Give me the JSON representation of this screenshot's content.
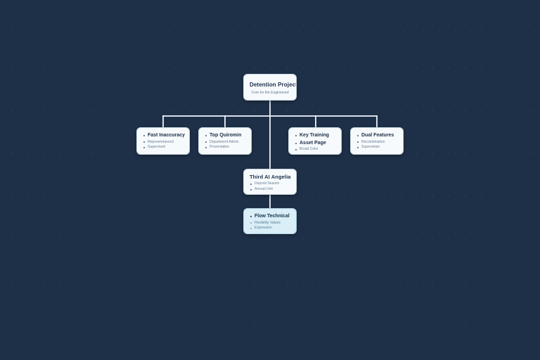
{
  "canvas": {
    "background_color": "#1e3048",
    "node_fill": "#f7fafc",
    "node_border": "#c9d6e2",
    "highlight_fill": "#d9eef7",
    "highlight_border": "#a9cfe3",
    "connector_color": "#e8eef4",
    "title_color": "#1b2f47",
    "muted_color": "#6a7f95"
  },
  "diagram": {
    "type": "org-chart",
    "root": {
      "title": "Detention Project",
      "subtitle": "Core for the Engineered"
    },
    "children": [
      {
        "lead": "Fast Inaccuracy",
        "bullets": [
          "Representanced",
          "Supervised"
        ]
      },
      {
        "lead": "Top Quiromin",
        "bullets": [
          "Department Admin",
          "Presentation"
        ]
      },
      {
        "lead": "Key Training",
        "bullets": [
          "Asset Page",
          "Broad Color"
        ]
      },
      {
        "lead": "Dual Features",
        "bullets": [
          "Recombination",
          "Supervision"
        ]
      }
    ],
    "branch": [
      {
        "lead": "Third AI Angelia",
        "bullets": [
          "Deposit Season",
          "Annual Unit"
        ],
        "highlighted": false
      },
      {
        "lead": "Flow Technical",
        "bullets": [
          "Flexibility Values",
          "Expression"
        ],
        "highlighted": true
      }
    ]
  }
}
